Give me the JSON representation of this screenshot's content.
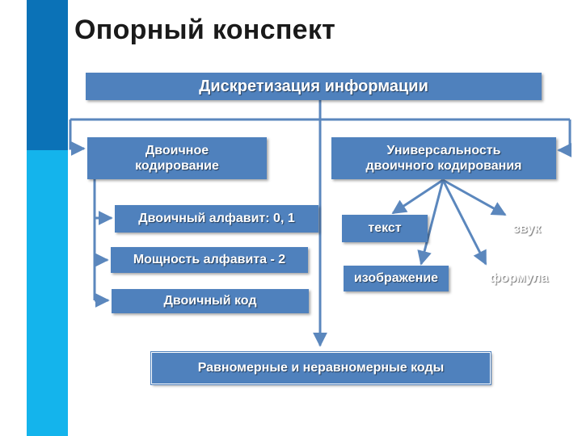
{
  "title": "Опорный конспект",
  "main_box": "Дискретизация информации",
  "left_box": "Двоичное\nкодирование",
  "right_box": "Универсальность\nдвоичного кодирования",
  "left_items": [
    "Двоичный алфавит: 0, 1",
    "Мощность алфавита - 2",
    "Двоичный код"
  ],
  "right_items": [
    "текст",
    "звук",
    "изображение",
    "формула"
  ],
  "bottom_box": "Равномерные и неравномерные коды",
  "colors": {
    "sidebar_dark": "#0b72b7",
    "sidebar_light": "#14b4ec",
    "box_fill": "#4f81bd",
    "connector": "#5b87bd"
  }
}
